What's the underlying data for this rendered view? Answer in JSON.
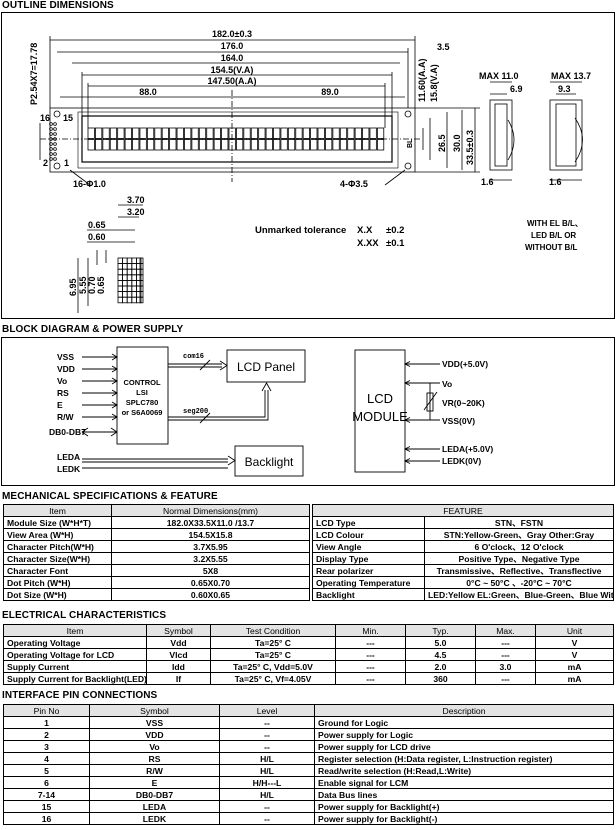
{
  "sections": {
    "outline": "OUTLINE DIMENSIONS",
    "block": "BLOCK DIAGRAM  &  POWER SUPPLY",
    "mechanical": "MECHANICAL SPECIFICATIONS  &  FEATURE",
    "electrical": "ELECTRICAL CHARACTERISTICS",
    "interface": "INTERFACE PIN CONNECTIONS"
  },
  "outline": {
    "dims": {
      "overall": "182.0±0.3",
      "d176": "176.0",
      "d164": "164.0",
      "va_w": "154.5(V.A)",
      "aa_w": "147.50(A.A)",
      "left_half": "88.0",
      "right_half": "89.0",
      "pitch": "P2.54X7=17.78",
      "pin16": "16",
      "pin2": "2",
      "pin15": "15",
      "pin1": "1",
      "edge": "3.5",
      "aa_h": "11.60(A.A)",
      "va_h": "15.8(V.A)",
      "h265": "26.5",
      "h300": "30.0",
      "h335": "33.5±0.3",
      "pin_holes": "16-Φ1.0",
      "mount_holes": "4-Φ3.5",
      "bl": "BL",
      "max11": "MAX 11.0",
      "d69": "6.9",
      "max137": "MAX 13.7",
      "d93": "9.3",
      "d16a": "1.6",
      "d16b": "1.6"
    },
    "char": {
      "pitch_w": "3.70",
      "size_w": "3.20",
      "dot_pitch_w": "0.65",
      "dot_w": "0.60",
      "pitch_h": "6.95",
      "size_h": "5.55",
      "dot_pitch_h": "0.70",
      "dot_h": "0.65"
    },
    "tolerance": {
      "label": "Unmarked tolerance",
      "x1": "X.X",
      "t1": "±0.2",
      "x2": "X.XX",
      "t2": "±0.1"
    },
    "backlight_note": [
      "WITH EL B/L、",
      "LED B/L OR",
      "WITHOUT B/L"
    ]
  },
  "block": {
    "inputs": [
      "VSS",
      "VDD",
      "Vo",
      "RS",
      "E",
      "R/W",
      "DB0-DB7"
    ],
    "controller": [
      "CONTROL",
      "LSI",
      "SPLC780",
      "or S6A0069"
    ],
    "com": "com16",
    "seg": "seg200",
    "lcd_panel": "LCD Panel",
    "backlight_inputs": [
      "LEDA",
      "LEDK"
    ],
    "backlight": "Backlight",
    "module": [
      "LCD",
      "MODULE"
    ],
    "power": {
      "vdd": "VDD(+5.0V)",
      "vo": "Vo",
      "vr": "VR(0~20K)",
      "vss": "VSS(0V)",
      "leda": "LEDA(+5.0V)",
      "ledk": "LEDK(0V)"
    }
  },
  "mechanical": {
    "headers": [
      "Item",
      "Normal Dimensions(mm)",
      "FEATURE"
    ],
    "rows": [
      [
        "Module Size (W*H*T)",
        "182.0X33.5X11.0 /13.7",
        "LCD Type",
        "STN、FSTN"
      ],
      [
        "View Area (W*H)",
        "154.5X15.8",
        "LCD Colour",
        "STN:Yellow-Green、Gray     Other:Gray"
      ],
      [
        "Character Pitch(W*H)",
        "3.7X5.95",
        "View Angle",
        "6  O'clock、12  O'clock"
      ],
      [
        "Character Size(W*H)",
        "3.2X5.55",
        "Display Type",
        "Positive Type、Negative Type"
      ],
      [
        "Character Font",
        "5X8",
        "Rear polarizer",
        "Transmissive、Reflective、Transflective"
      ],
      [
        "Dot Pitch (W*H)",
        "0.65X0.70",
        "Operating Temperature",
        "0°C ~ 50°C 、-20°C ~ 70°C"
      ],
      [
        "Dot Size (W*H)",
        "0.60X0.65",
        "Backlight",
        "LED:Yellow   EL:Green、Blue-Green、Blue   Without"
      ]
    ]
  },
  "electrical": {
    "headers": [
      "Item",
      "Symbol",
      "Test Condition",
      "Min.",
      "Typ.",
      "Max.",
      "Unit"
    ],
    "rows": [
      [
        "Operating Voltage",
        "Vdd",
        "Ta=25° C",
        "---",
        "5.0",
        "---",
        "V"
      ],
      [
        "Operating Voltage for LCD",
        "Vlcd",
        "Ta=25° C",
        "---",
        "4.5",
        "---",
        "V"
      ],
      [
        "Supply Current",
        "Idd",
        "Ta=25° C, Vdd=5.0V",
        "---",
        "2.0",
        "3.0",
        "mA"
      ],
      [
        "Supply Current for Backlight(LED)",
        "If",
        "Ta=25° C, Vf=4.05V",
        "---",
        "360",
        "---",
        "mA"
      ]
    ]
  },
  "interface": {
    "headers": [
      "Pin No",
      "Symbol",
      "Level",
      "Description"
    ],
    "rows": [
      [
        "1",
        "VSS",
        "--",
        "Ground for Logic"
      ],
      [
        "2",
        "VDD",
        "--",
        "Power supply for Logic"
      ],
      [
        "3",
        "Vo",
        "--",
        "Power supply for LCD drive"
      ],
      [
        "4",
        "RS",
        "H/L",
        "Register selection   (H:Data register, L:Instruction register)"
      ],
      [
        "5",
        "R/W",
        "H/L",
        "Read/write selection   (H:Read,L:Write)"
      ],
      [
        "6",
        "E",
        "H/H---L",
        "Enable signal for LCM"
      ],
      [
        "7-14",
        "DB0-DB7",
        "H/L",
        "Data Bus lines"
      ],
      [
        "15",
        "LEDA",
        "--",
        "Power supply for Backlight(+)"
      ],
      [
        "16",
        "LEDK",
        "--",
        "Power supply for Backlight(-)"
      ]
    ]
  }
}
